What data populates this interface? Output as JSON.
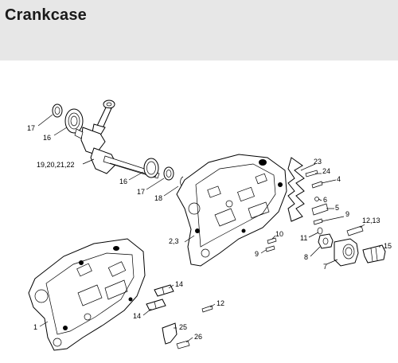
{
  "header": {
    "title": "Crankcase"
  },
  "callouts": [
    {
      "id": "c17a",
      "text": "17"
    },
    {
      "id": "c16a",
      "text": "16"
    },
    {
      "id": "c19",
      "text": "19,20,21,22"
    },
    {
      "id": "c16b",
      "text": "16"
    },
    {
      "id": "c17b",
      "text": "17"
    },
    {
      "id": "c18",
      "text": "18"
    },
    {
      "id": "c23",
      "text": "23"
    },
    {
      "id": "c24",
      "text": "24"
    },
    {
      "id": "c4",
      "text": "4"
    },
    {
      "id": "c6",
      "text": "6"
    },
    {
      "id": "c5",
      "text": "5"
    },
    {
      "id": "c9a",
      "text": "9"
    },
    {
      "id": "c1213",
      "text": "12,13"
    },
    {
      "id": "c23b",
      "text": "2,3"
    },
    {
      "id": "c10",
      "text": "10"
    },
    {
      "id": "c9b",
      "text": "9"
    },
    {
      "id": "c11",
      "text": "11"
    },
    {
      "id": "c15",
      "text": "15"
    },
    {
      "id": "c8",
      "text": "8"
    },
    {
      "id": "c7",
      "text": "7"
    },
    {
      "id": "c14a",
      "text": "14"
    },
    {
      "id": "c12",
      "text": "12"
    },
    {
      "id": "c14b",
      "text": "14"
    },
    {
      "id": "c1",
      "text": "1"
    },
    {
      "id": "c25",
      "text": "25"
    },
    {
      "id": "c26",
      "text": "26"
    }
  ]
}
